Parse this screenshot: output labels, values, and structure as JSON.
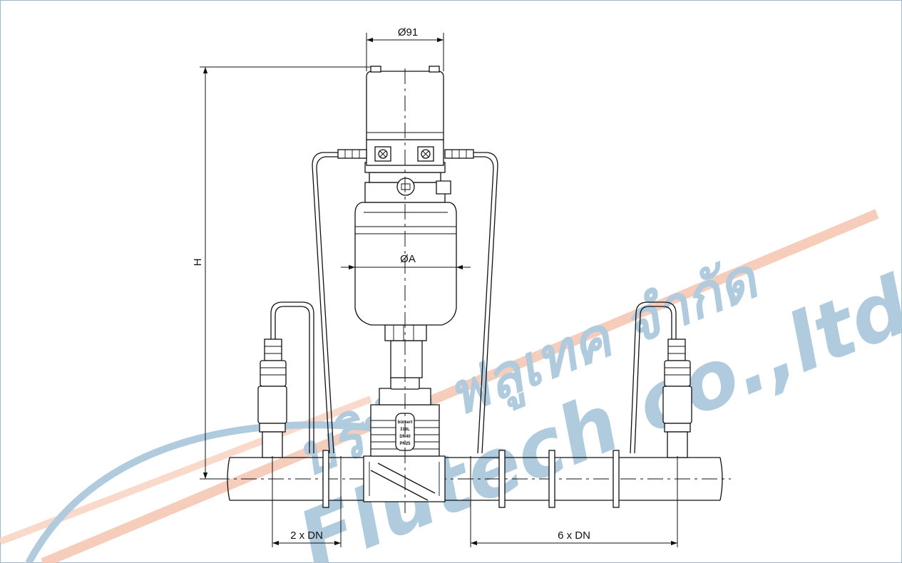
{
  "dimensions": {
    "top_diameter": "Ø91",
    "body_diameter": "ØA",
    "height": "H",
    "upstream_distance": "2 x DN",
    "downstream_distance": "6 x DN"
  },
  "valve_label": [
    "bürkert",
    "316L",
    "DN40",
    "PN25"
  ],
  "watermark": {
    "line1": "บริษัท ฟลูเทค จำกัด",
    "line2": "Flutech co.,ltd",
    "colors": {
      "text": "#a9c6db",
      "stripe": "#f6c8b4"
    }
  }
}
